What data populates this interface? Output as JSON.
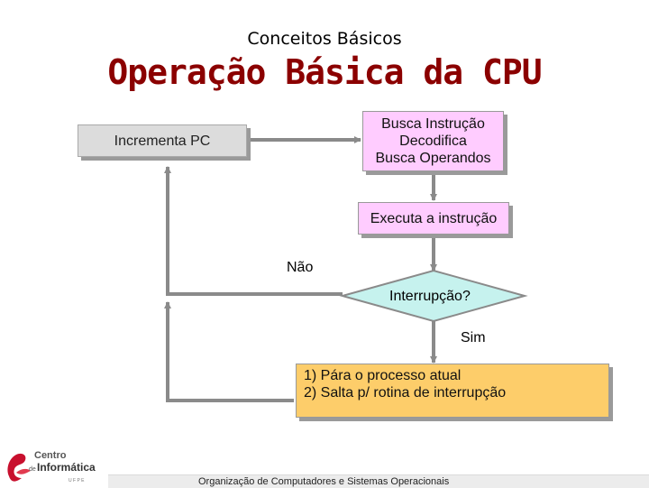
{
  "header": {
    "subtitle": "Conceitos Básicos",
    "title": "Operação Básica da CPU"
  },
  "flow": {
    "incrementa": "Incrementa PC",
    "busca_lines": [
      "Busca Instrução",
      "Decodifica",
      "Busca Operandos"
    ],
    "executa": "Executa a instrução",
    "decision": "Interrupção?",
    "label_no": "Não",
    "label_yes": "Sim",
    "interrupt_lines": [
      "1) Pára o processo atual",
      "2) Salta p/ rotina de interrupção"
    ]
  },
  "footer": {
    "text": "Organização de Computadores e Sistemas Operacionais"
  },
  "logo": {
    "line1": "Centro",
    "line2_prefix": "de",
    "line2": "Informática",
    "line3": "U F P E"
  },
  "colors": {
    "title": "#8b0000",
    "process_gray": "#dcdcdc",
    "process_pink": "#ffccff",
    "process_orange": "#fdcd6a",
    "arrow": "#8a8a8a"
  }
}
